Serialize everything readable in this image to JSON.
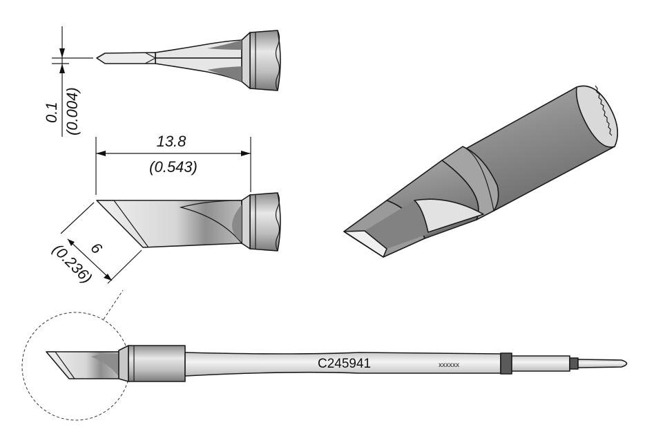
{
  "dimensions": {
    "tip_thickness_mm": "0.1",
    "tip_thickness_in": "(0.004)",
    "length_mm": "13.8",
    "length_in": "(0.543)",
    "blade_width_mm": "6",
    "blade_width_in": "(0.236)"
  },
  "cartridge": {
    "part_number": "C245941",
    "marking": "xxxxxx"
  },
  "colors": {
    "shaft_dark": "#8a8a8a",
    "shaft_mid": "#b4b4b4",
    "shaft_light": "#e6e6e6",
    "blade_dark": "#7f7f7f",
    "ring_dark": "#555555"
  }
}
